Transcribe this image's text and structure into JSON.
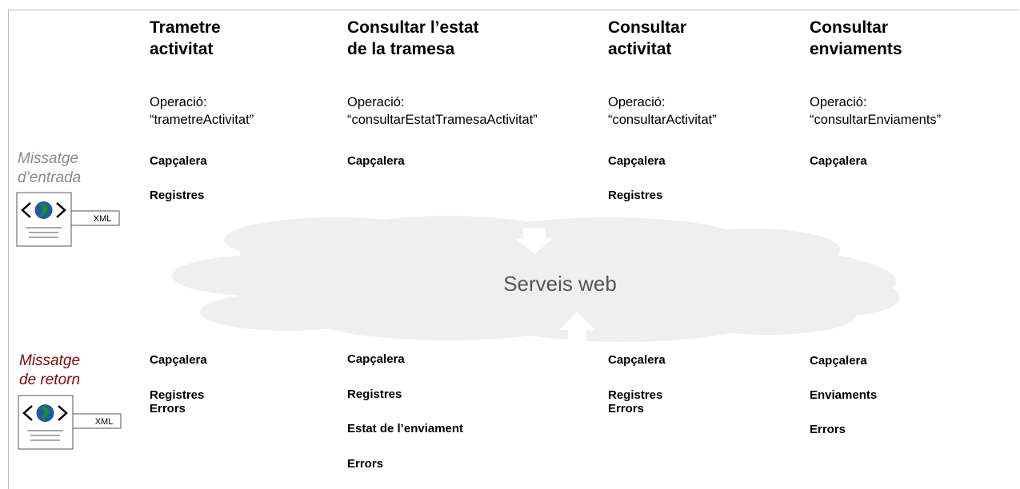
{
  "columns": [
    {
      "title": "Trametre\nactivitat",
      "operation": "Operació:\n“trametreActivitat”",
      "input_fields": [
        "Capçalera",
        "Registres"
      ],
      "output_fields": [
        "Capçalera",
        "Registres\nErrors"
      ]
    },
    {
      "title": "Consultar l’estat\nde la tramesa",
      "operation": "Operació:\n“consultarEstatTramesaActivitat”",
      "input_fields": [
        "Capçalera"
      ],
      "output_fields": [
        "Capçalera",
        "Registres",
        "Estat de l’enviament",
        "Errors"
      ]
    },
    {
      "title": "Consultar\nactivitat",
      "operation": "Operació:\n“consultarActivitat”",
      "input_fields": [
        "Capçalera",
        "Registres"
      ],
      "output_fields": [
        "Capçalera",
        "Registres\nErrors"
      ]
    },
    {
      "title": "Consultar\nenviaments",
      "operation": "Operació:\n“consultarEnviaments”",
      "input_fields": [
        "Capçalera"
      ],
      "output_fields": [
        "Capçalera",
        "Enviaments",
        "Errors"
      ]
    }
  ],
  "input_message": {
    "label": "Missatge\nd’entrada",
    "doc_tag": "XML"
  },
  "output_message": {
    "label": "Missatge\nde retorn",
    "doc_tag": "XML"
  },
  "cloud": {
    "label": "Serveis web"
  },
  "colors": {
    "input_label": "#8a8a8a",
    "output_label": "#7a0a0a",
    "cloud_fill": "#efefef"
  }
}
